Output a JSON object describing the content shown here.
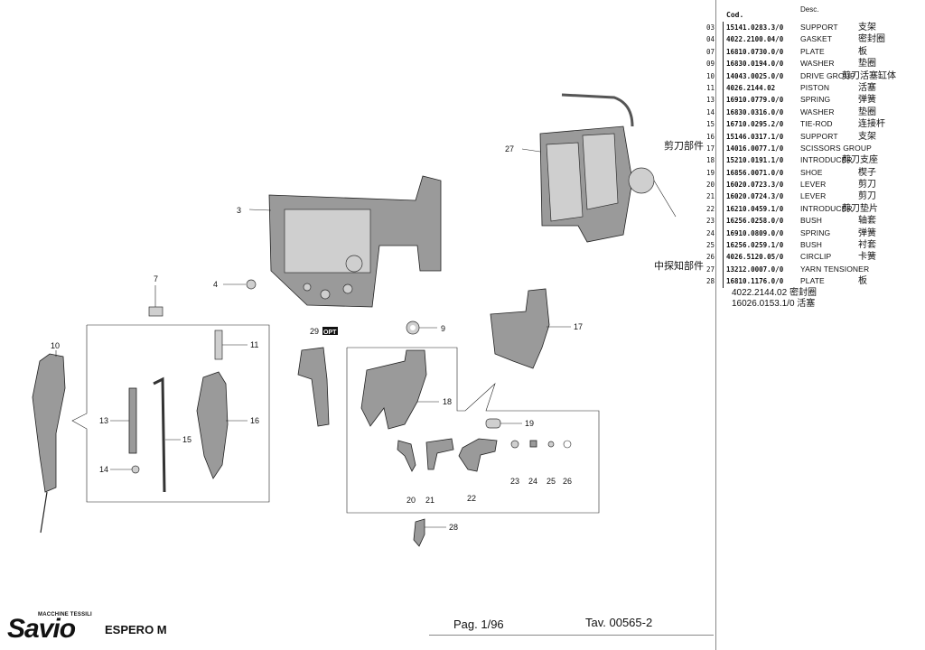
{
  "document": {
    "brand_small": "MACCHINE TESSILI",
    "brand": "Savio",
    "model": "ESPERO M",
    "page": "Pag. 1/96",
    "table": "Tav. 00565-2"
  },
  "group_labels": {
    "scissors": "剪刀部件",
    "yarn_sensor": "中探知部件"
  },
  "callouts": [
    "3",
    "4",
    "7",
    "9",
    "10",
    "11",
    "13",
    "14",
    "15",
    "16",
    "17",
    "18",
    "19",
    "20",
    "21",
    "22",
    "23",
    "24",
    "25",
    "26",
    "27",
    "28",
    "29"
  ],
  "opt_badge": "OPT",
  "parts_list": {
    "header_code": "Cod.",
    "header_desc": "Desc.",
    "rows": [
      {
        "pos": "03",
        "code": "15141.0283.3/0",
        "desc": "SUPPORT",
        "cn": "支架"
      },
      {
        "pos": "04",
        "code": "4022.2100.04/0",
        "desc": "GASKET",
        "cn": "密封圈"
      },
      {
        "pos": "07",
        "code": "16810.0730.0/0",
        "desc": "PLATE",
        "cn": "板"
      },
      {
        "pos": "09",
        "code": "16830.0194.0/0",
        "desc": "WASHER",
        "cn": "垫圈"
      },
      {
        "pos": "10",
        "code": "14043.0025.0/0",
        "desc": "DRIVE GROUP",
        "cn": "剪刀活塞缸体"
      },
      {
        "pos": "11",
        "code": "4026.2144.02",
        "desc": "PISTON",
        "cn": "活塞"
      },
      {
        "pos": "13",
        "code": "16910.0779.0/0",
        "desc": "SPRING",
        "cn": "弹簧"
      },
      {
        "pos": "14",
        "code": "16830.0316.0/0",
        "desc": "WASHER",
        "cn": "垫圈"
      },
      {
        "pos": "15",
        "code": "16710.0295.2/0",
        "desc": "TIE-ROD",
        "cn": "连接杆"
      },
      {
        "pos": "16",
        "code": "15146.0317.1/0",
        "desc": "SUPPORT",
        "cn": "支架"
      },
      {
        "pos": "17",
        "code": "14016.0077.1/0",
        "desc": "SCISSORS GROUP",
        "cn": ""
      },
      {
        "pos": "18",
        "code": "15210.0191.1/0",
        "desc": "INTRODUCER",
        "cn": "剪刀支座"
      },
      {
        "pos": "19",
        "code": "16856.0071.0/0",
        "desc": "SHOE",
        "cn": "楔子"
      },
      {
        "pos": "20",
        "code": "16020.0723.3/0",
        "desc": "LEVER",
        "cn": "剪刀"
      },
      {
        "pos": "21",
        "code": "16020.0724.3/0",
        "desc": "LEVER",
        "cn": "剪刀"
      },
      {
        "pos": "22",
        "code": "16210.0459.1/0",
        "desc": "INTRODUCER",
        "cn": "剪刀垫片"
      },
      {
        "pos": "23",
        "code": "16256.0258.0/0",
        "desc": "BUSH",
        "cn": "轴套"
      },
      {
        "pos": "24",
        "code": "16910.0809.0/0",
        "desc": "SPRING",
        "cn": "弹簧"
      },
      {
        "pos": "25",
        "code": "16256.0259.1/0",
        "desc": "BUSH",
        "cn": "衬套"
      },
      {
        "pos": "26",
        "code": "4026.5120.05/0",
        "desc": "CIRCLIP",
        "cn": "卡簧"
      },
      {
        "pos": "27",
        "code": "13212.0007.0/0",
        "desc": "YARN TENSIONER",
        "cn": ""
      },
      {
        "pos": "28",
        "code": "16810.1176.0/0",
        "desc": "PLATE",
        "cn": "板"
      }
    ],
    "notes": [
      "4022.2144.02 密封圈",
      "16026.0153.1/0 活塞"
    ]
  }
}
